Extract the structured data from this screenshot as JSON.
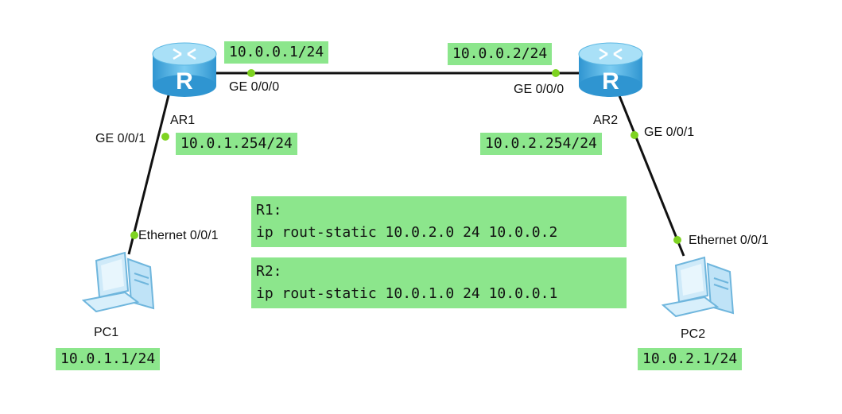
{
  "devices": {
    "ar1": {
      "name": "AR1",
      "icon": "router-icon",
      "glyph": "R"
    },
    "ar2": {
      "name": "AR2",
      "icon": "router-icon",
      "glyph": "R"
    },
    "pc1": {
      "name": "PC1",
      "icon": "pc-icon"
    },
    "pc2": {
      "name": "PC2",
      "icon": "pc-icon"
    }
  },
  "interfaces": {
    "ar1_ge000": "GE 0/0/0",
    "ar1_ge001": "GE 0/0/1",
    "ar2_ge000": "GE 0/0/0",
    "ar2_ge001": "GE 0/0/1",
    "pc1_eth": "Ethernet 0/0/1",
    "pc2_eth": "Ethernet 0/0/1"
  },
  "addresses": {
    "ar1_ge000": "10.0.0.1/24",
    "ar2_ge000": "10.0.0.2/24",
    "ar1_ge001": "10.0.1.254/24",
    "ar2_ge001": "10.0.2.254/24",
    "pc1": "10.0.1.1/24",
    "pc2": "10.0.2.1/24"
  },
  "config": {
    "r1": [
      "R1:",
      "ip rout-static 10.0.2.0 24 10.0.0.2"
    ],
    "r2": [
      "R2:",
      "ip rout-static 10.0.1.0 24 10.0.0.1"
    ]
  },
  "colors": {
    "label_bg": "#8ce68c",
    "link": "#111111",
    "port_dot": "#7ed321",
    "router_body": "#4fb3e6",
    "pc_body": "#bfe3f7"
  }
}
